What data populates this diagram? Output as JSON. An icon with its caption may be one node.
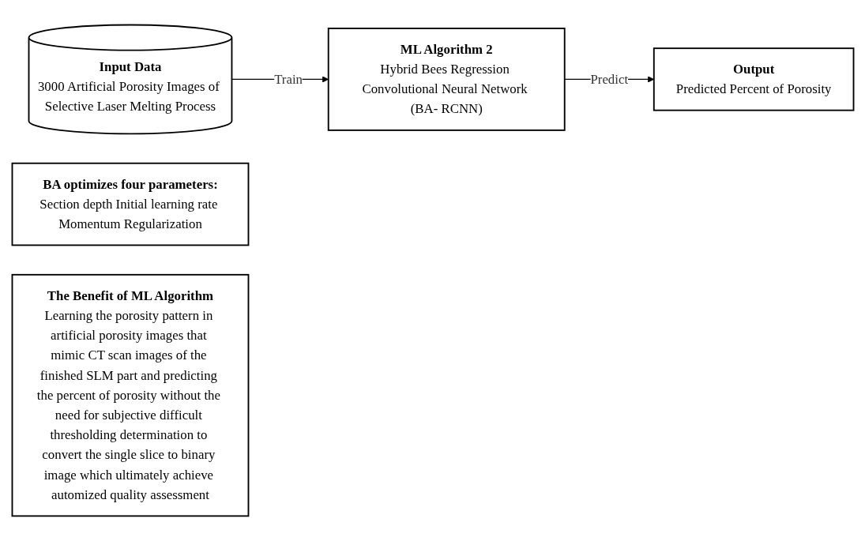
{
  "diagram": {
    "nodes": [
      {
        "text": [
          "Input Data",
          "3000 Artificial Porosity Images of Selective Laser Melting Process"
        ]
      },
      {
        "text": [
          "ML Algorithm 2",
          "Hybrid Bees Regression Convolutional Neural Network (BA- RCNN)"
        ]
      },
      {
        "text": [
          "BA optimizes four parameters:",
          "Section depth Initial learning rate Momentum Regularization"
        ]
      },
      {
        "text": [
          "Output",
          "Predicted Percent of Porosity"
        ]
      },
      {
        "text": [
          "The Benefit of ML Algorithm",
          "Learning the porosity pattern in artificial porosity images that mimic CT scan images of the finished SLM part and predicting the percent of porosity without the need for subjective difficult thresholding determination to convert the single slice to binary image which ultimately achieve automized quality assessment"
        ]
      }
    ],
    "edges": [
      {
        "from": 0,
        "to": 1,
        "arrow": "to",
        "label": "Train"
      },
      {
        "from": 1,
        "to": 3,
        "arrow": "to",
        "label": "Predict"
      }
    ]
  }
}
